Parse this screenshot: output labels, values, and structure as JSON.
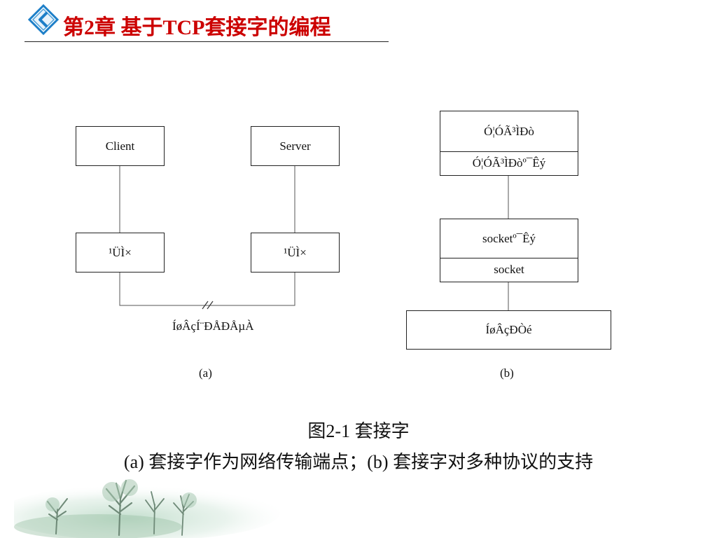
{
  "header": {
    "title": "第2章 基于TCP套接字的编程"
  },
  "diagram_a": {
    "client_label": "Client",
    "server_label": "Server",
    "left_node_label": "¹ÜÌ×",
    "right_node_label": "¹ÜÌ×",
    "channel_label": "ÍøÂçÍ¨ÐÅÐÅµÀ",
    "sublabel": "(a)"
  },
  "diagram_b": {
    "top_box_upper": "Ó¦ÓÃ³ÌÐò",
    "top_box_lower": "Ó¦ÓÃ³ÌÐòº¯Êý",
    "middle_box_upper": "socketº¯Êý",
    "middle_box_lower": "socket",
    "bottom_box": "ÍøÂçÐ­Òé",
    "sublabel": "(b)"
  },
  "caption": {
    "line1": "图2-1  套接字",
    "line2": "(a) 套接字作为网络传输端点；(b) 套接字对多种协议的支持"
  },
  "colors": {
    "title": "#cc0000",
    "logo": "#1d7fc8"
  }
}
